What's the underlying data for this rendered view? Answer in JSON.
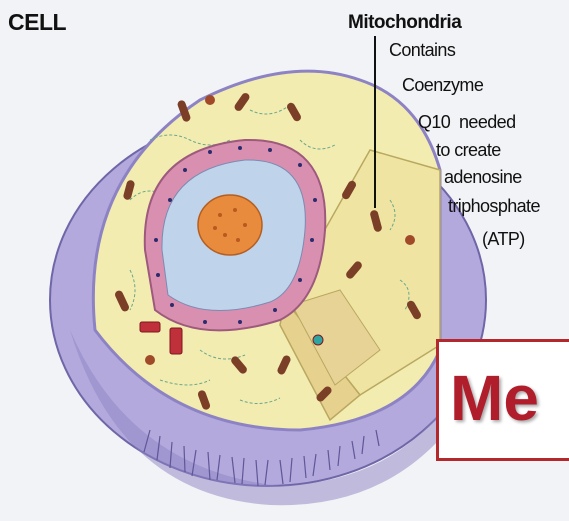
{
  "diagram": {
    "title": "CELL",
    "label_title": "Mitochondria",
    "annotation_lines": [
      "Contains",
      "Coenzyme",
      "Q10  needed",
      "to create",
      "adenosine",
      "triphosphate",
      "(ATP)"
    ],
    "callout_text": "Me",
    "colors": {
      "background": "#f2f3f6",
      "membrane": "#b3a9dd",
      "membrane_dark": "#8d83c4",
      "cytoplasm": "#f3ecb0",
      "nucleus_ring": "#d98fb0",
      "nucleus_inner": "#bfd3ea",
      "nucleolus": "#e98b3c",
      "mitochondria": "#7a3f26",
      "callout_border": "#b3282d",
      "callout_text": "#b01e2c"
    },
    "icons": [
      "cell-cutaway-illustration"
    ]
  }
}
